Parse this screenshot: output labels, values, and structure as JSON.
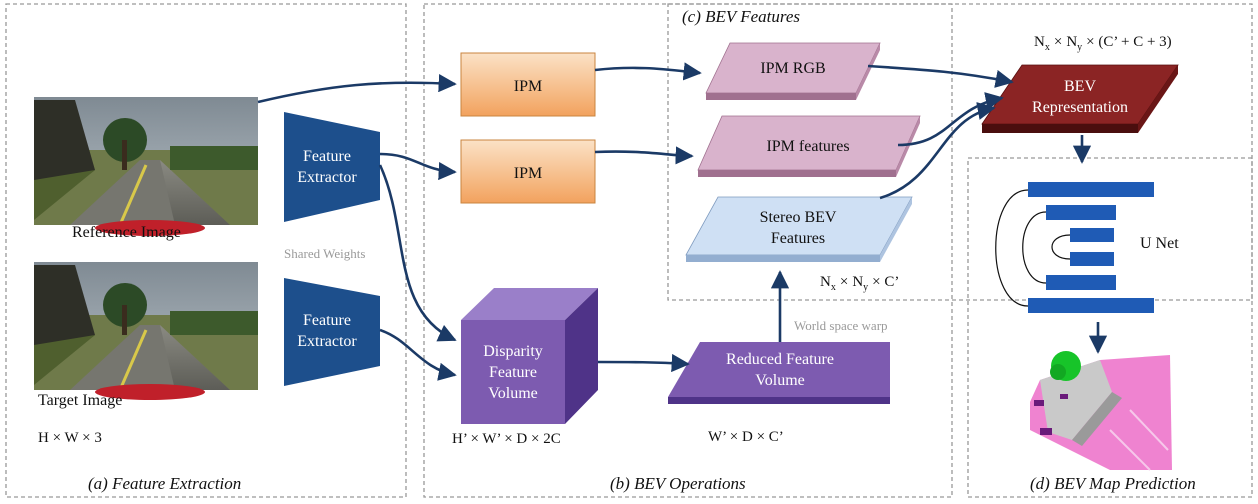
{
  "panels": {
    "feature_extraction": "(a)  Feature Extraction",
    "bev_operations": "(b) BEV Operations",
    "bev_features": "(c) BEV Features",
    "bev_map_prediction": "(d) BEV Map Prediction"
  },
  "extraction": {
    "reference_image_label": "Reference Image",
    "target_image_label": "Target Image",
    "shared_weights": "Shared Weights",
    "extractor_line1": "Feature",
    "extractor_line2": "Extractor",
    "input_dims": "H × W × 3"
  },
  "operations": {
    "ipm_label": "IPM",
    "disparity_line1": "Disparity",
    "disparity_line2": "Feature",
    "disparity_line3": "Volume",
    "disparity_dims": "H’ × W’ × D × 2C",
    "reduced_line1": "Reduced Feature",
    "reduced_line2": "Volume",
    "reduced_dims": "W’ × D × C’",
    "warp_label": "World space warp"
  },
  "bev_features": {
    "ipm_rgb": "IPM RGB",
    "ipm_features": "IPM features",
    "stereo_line1": "Stereo BEV",
    "stereo_line2": "Features",
    "stereo_dims_n": "N",
    "stereo_dims_x": "x",
    "stereo_dims_times": "×",
    "stereo_dims_y": "y",
    "stereo_dims_tail": "× C’"
  },
  "representation": {
    "line1": "BEV",
    "line2": "Representation",
    "dims_n": "N",
    "dims_x": "x",
    "dims_times": "×",
    "dims_y": "y",
    "dims_tail": "× (C’ + C + 3)"
  },
  "prediction": {
    "unet_label": "U Net"
  },
  "colors": {
    "navy": "#1d4f8c",
    "ipm_orange": "#f5b87f",
    "pink": "#d9b3cc",
    "stereo_blue": "#cfe0f4",
    "purple": "#7d5bb0",
    "dark_red": "#7a1c1c",
    "unet_blue": "#1f5bb5",
    "arrow": "#1b3a66",
    "dash": "#999999"
  }
}
